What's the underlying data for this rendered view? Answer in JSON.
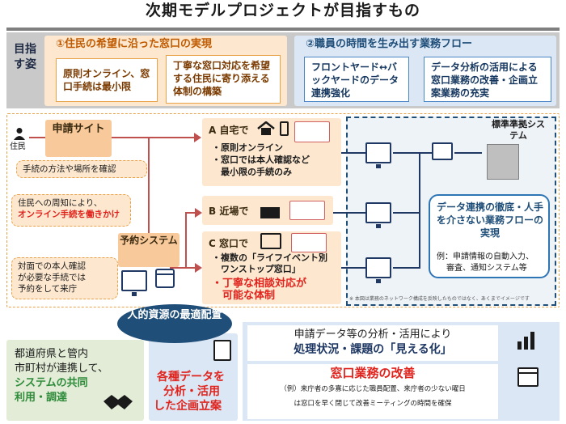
{
  "title": "次期モデルプロジェクトが目指すもの",
  "vision": {
    "label": "目指す姿",
    "left": {
      "title": "①住民の希望に沿った窓口の実現",
      "box1": "原則オンライン、窓口手続は最小限",
      "box2": "丁寧な窓口対応を希望する住民に寄り添える体制の構築"
    },
    "right": {
      "title": "②職員の時間を生み出す業務フロー",
      "box1": "フロントヤード↔バックヤードのデータ連携強化",
      "box2": "データ分析の活用による窓口業務の改善・企画立案業務の充実"
    }
  },
  "diagram": {
    "resident": "住民",
    "apply_site": "申請サイト",
    "note_method": "手続の方法や場所を確認",
    "note_notice": "住民への周知により、",
    "note_notice_red": "オンライン手続を働きかけ",
    "reservation": "予約システム",
    "note_face_lines": [
      "対面での本人確認",
      "が必要な手続では",
      "予約をして来庁"
    ],
    "a_title": "A 自宅で",
    "a_items": [
      "・原則オンライン",
      "・窓口では本人確認など",
      "　最小限の手続のみ"
    ],
    "b_title": "B 近場で",
    "c_title": "C 窓口で",
    "c_items": [
      "・複数の「ライフイベント別",
      "　ワンストップ窓口」"
    ],
    "c_red": [
      "・丁寧な相談対応が",
      "　可能な体制"
    ],
    "standard_system": "標準準拠システム",
    "data_link_title": "データ連携の徹底・人手を介さない業務フローの実現",
    "data_link_example": [
      "例：申請情報の自動入力、",
      "審査、通知システム等"
    ],
    "network_note": "※ 本図は業務のネットワーク構成を反映したものではなく、あくまでイメージです"
  },
  "bottom": {
    "oval": "人的資源の最適配置",
    "left_lines": [
      "都道府県と管内",
      "市町村が連携して、"
    ],
    "left_green": [
      "システムの共同",
      "利用・調達"
    ],
    "mid_red": [
      "各種データを",
      "分析・活用",
      "した企画立案"
    ],
    "right_line1": "申請データ等の分析・活用により",
    "right_line2": "処理状況・課題の「見える化」",
    "right_red": "窓口業務の改善",
    "right_example": [
      "（例）来庁者の多寡に応じた職員配置、来庁者の少ない曜日",
      "は窓口を早く閉じて改善ミーティングの時間を確保"
    ]
  }
}
